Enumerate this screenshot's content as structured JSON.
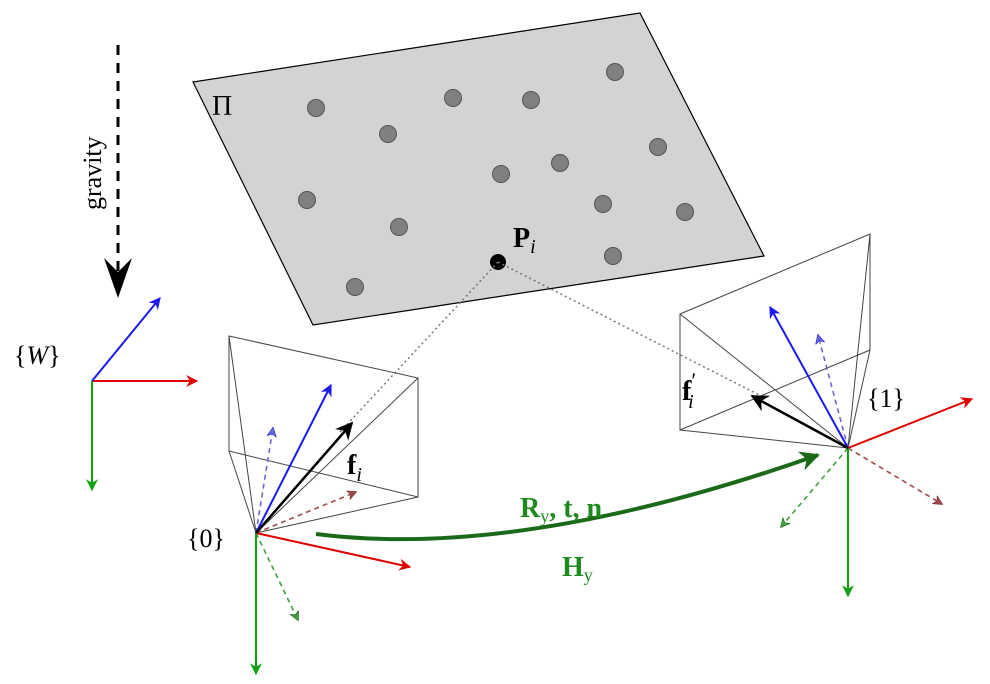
{
  "labels": {
    "gravity": "gravity",
    "plane": "Π",
    "world_frame_open": "{",
    "world_frame_var": "W",
    "world_frame_close": "}",
    "frame0": "{0}",
    "frame1": "{1}",
    "point_main": "P",
    "point_sub": "i",
    "f_main": "f",
    "f_sub": "i",
    "fprime_main": "f",
    "fprime_sup": "′",
    "fprime_sub": "i",
    "transform_top_R": "R",
    "transform_top_Rsub": "y",
    "transform_top_rest": ", t, n",
    "transform_bottom_H": "H",
    "transform_bottom_Hsub": "y"
  },
  "colors": {
    "plane_fill": "#d3d3d3",
    "feature_point": "#808080",
    "x_axis": "#e00000",
    "y_axis": "#10a010",
    "z_axis": "#1a1aee",
    "gravity_dashed_z": "#6a6acd",
    "gravity_dashed_x": "#a04a4a",
    "gravity_dashed_y": "#40a040",
    "transform_arrow": "#1a6a1a"
  }
}
